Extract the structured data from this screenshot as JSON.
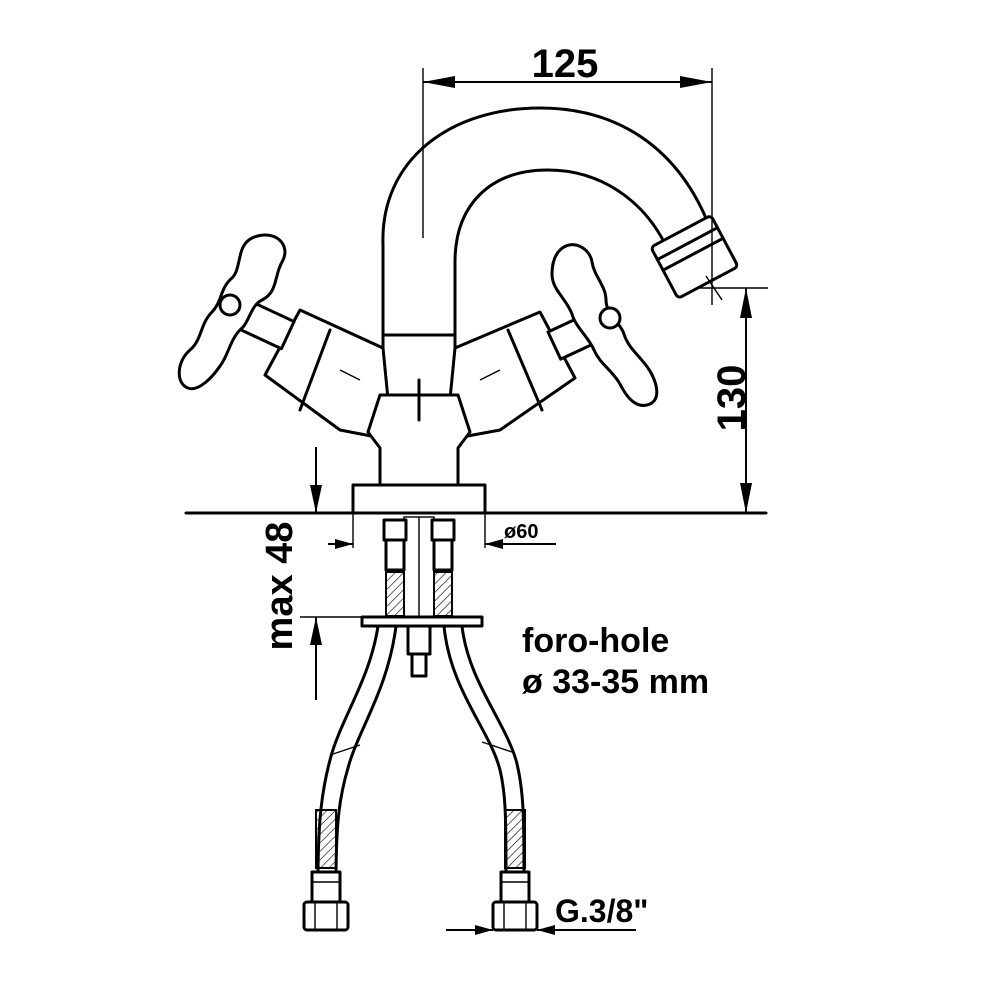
{
  "dimensions": {
    "width_label": "125",
    "height_label": "130",
    "depth_label": "max 48",
    "base_diameter_label": "ø60",
    "connector_label": "G.3/8\""
  },
  "notes": {
    "hole_line1": "foro-hole",
    "hole_line2": "ø 33-35 mm"
  }
}
